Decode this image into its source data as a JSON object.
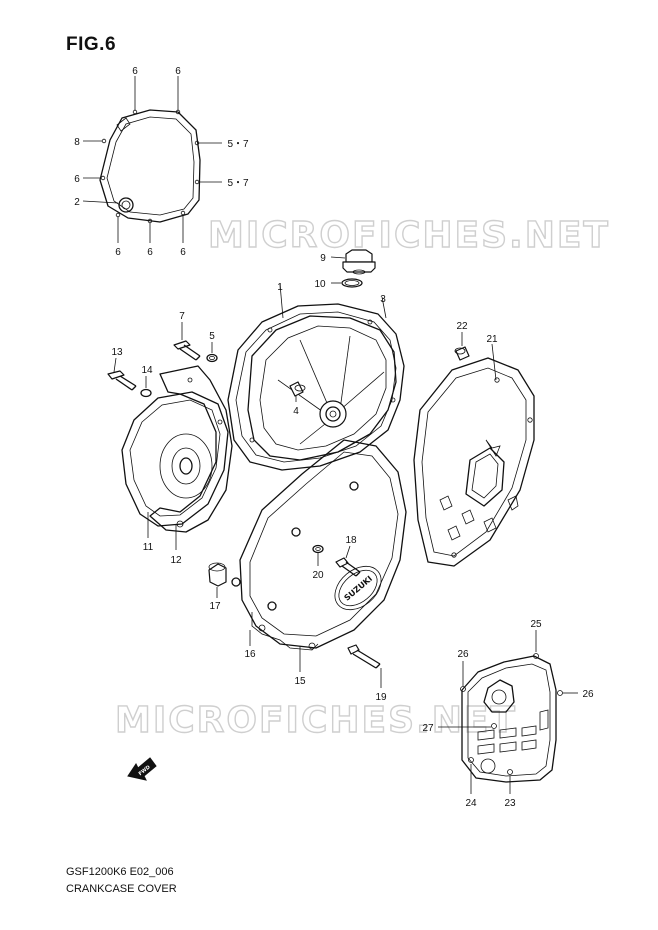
{
  "figure_title": "FIG.6",
  "footer": {
    "code": "GSF1200K6 E02_006",
    "name": "CRANKCASE COVER"
  },
  "watermark": "MICROFICHES.NET",
  "direction_label": "FWD",
  "logo_text": "SUZUKI",
  "callouts": {
    "c6a": "6",
    "c6b": "6",
    "c8": "8",
    "c57a": "5・7",
    "c6c": "6",
    "c57b": "5・7",
    "c2": "2",
    "c6d": "6",
    "c6e": "6",
    "c6f": "6",
    "c9": "9",
    "c10": "10",
    "c1": "1",
    "c3": "3",
    "c22": "22",
    "c21": "21",
    "c7": "7",
    "c5": "5",
    "c13": "13",
    "c14": "14",
    "c4": "4",
    "c11": "11",
    "c12": "12",
    "c18": "18",
    "c20": "20",
    "c17": "17",
    "c16": "16",
    "c15": "15",
    "c19": "19",
    "c25": "25",
    "c26a": "26",
    "c26b": "26",
    "c27": "27",
    "c24": "24",
    "c23": "23"
  }
}
